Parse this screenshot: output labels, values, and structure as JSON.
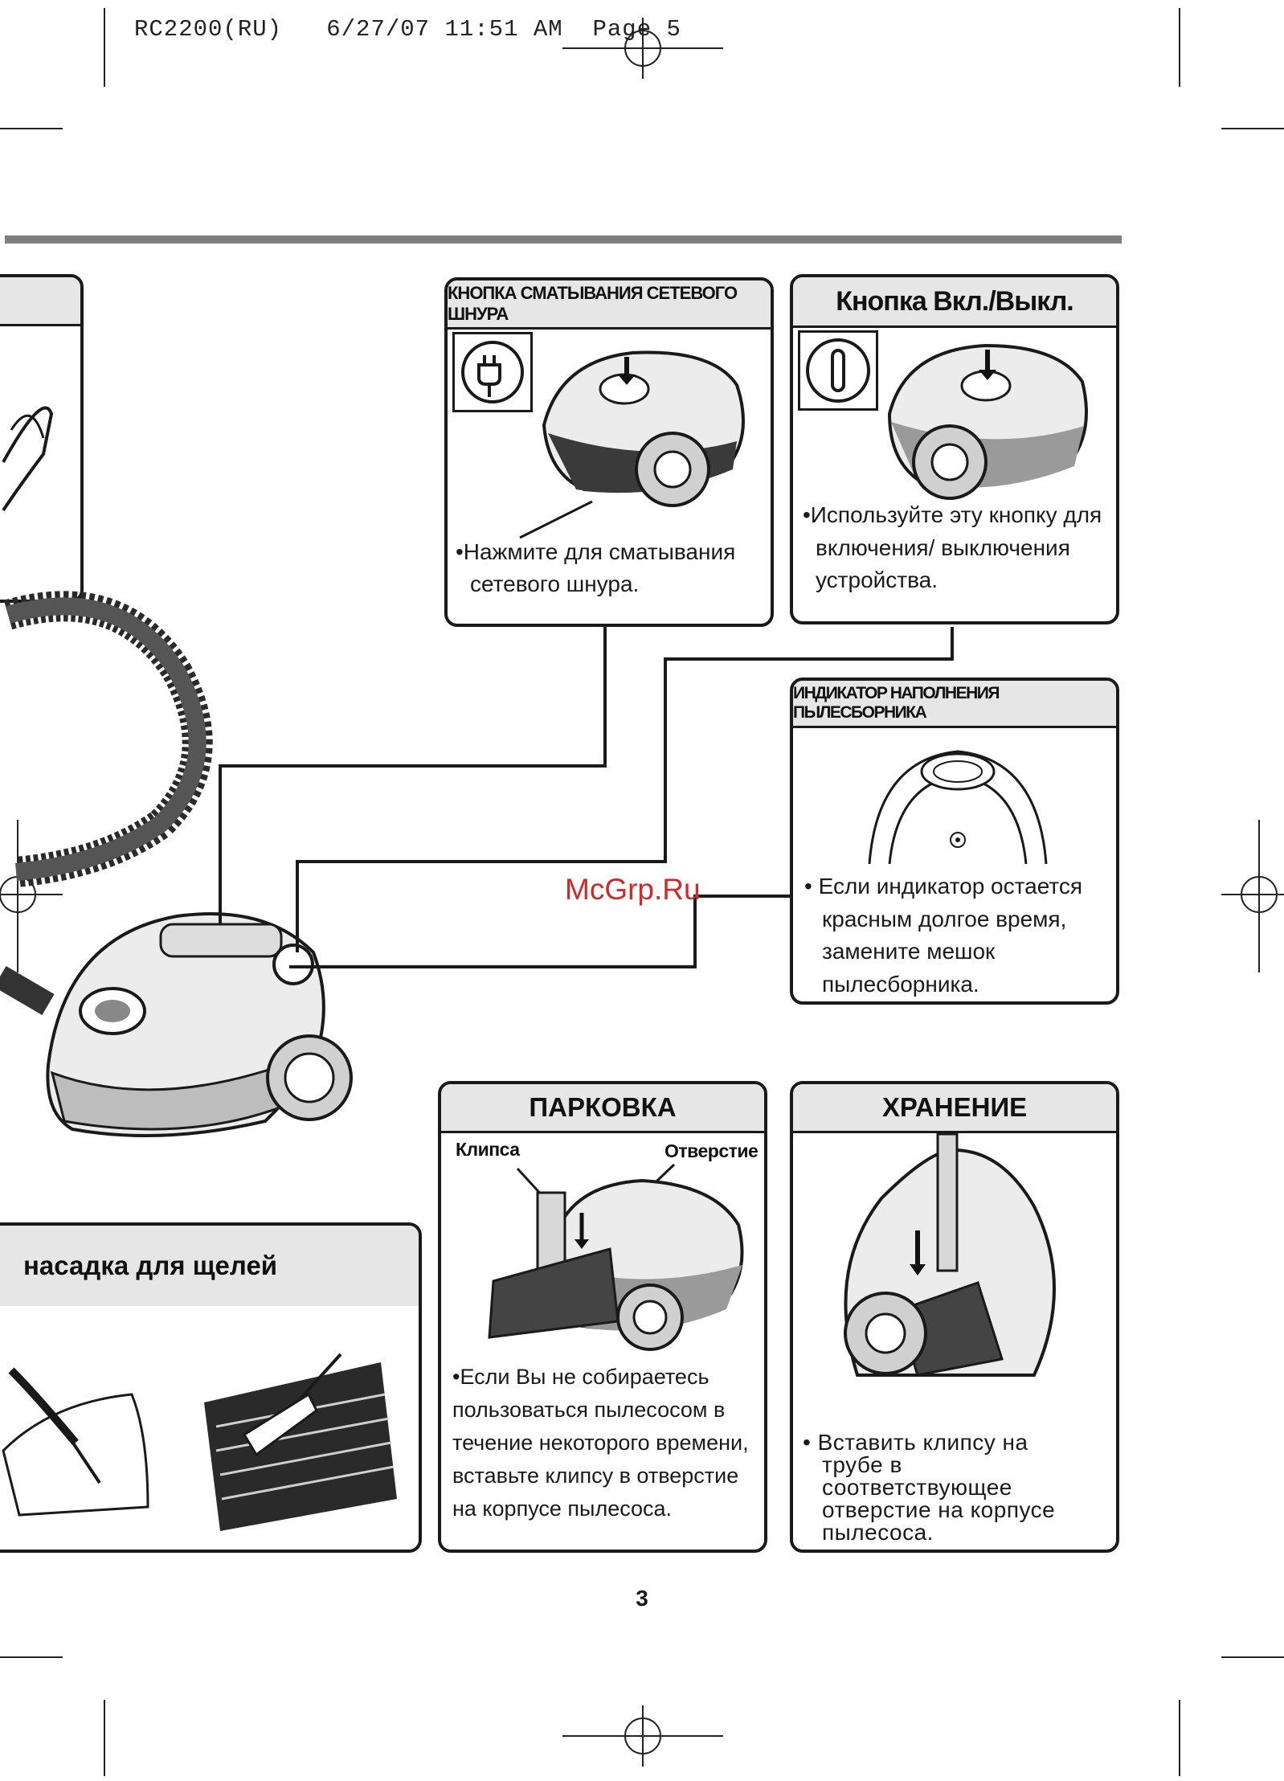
{
  "print_header": "RC2200(RU)   6/27/07 11:51 AM  Page 5",
  "panels": {
    "cord_rewind": {
      "title": "КНОПКА СМАТЫВАНИЯ СЕТЕВОГО ШНУРА",
      "text_lines": [
        "•Нажмите для сматывания",
        "сетевого шнура."
      ],
      "icon": "plug-icon"
    },
    "power": {
      "title": "Кнопка Вкл./Выкл.",
      "text_lines": [
        "•Используйте эту кнопку для",
        "включения/ выключения",
        "устройства."
      ],
      "icon": "power-icon"
    },
    "dust_indicator": {
      "title": "ИНДИКАТОР НАПОЛНЕНИЯ ПЫЛЕСБОРНИКА",
      "text_lines": [
        "Если индикатор остается",
        "красным долгое время,",
        "замените мешок",
        "пылесборника."
      ]
    },
    "parking": {
      "title": "ПАРКОВКА",
      "label_clip": "Клипса",
      "label_hole": "Отверстие",
      "text_lines": [
        "•Если Вы не собираетесь",
        "пользоваться пылесосом в",
        "течение некоторого времени,",
        "вставьте клипсу в отверстие",
        "на корпусе пылесоса."
      ]
    },
    "storage": {
      "title": "ХРАНЕНИЕ",
      "text_lines": [
        "• Вставить клипсу на",
        "трубе в",
        "соответствующее",
        "отверстие на корпусе",
        "пылесоса."
      ]
    },
    "crevice_tool": {
      "title": "насадка для щелей"
    }
  },
  "watermark": "McGrp.Ru",
  "page_number": "3"
}
